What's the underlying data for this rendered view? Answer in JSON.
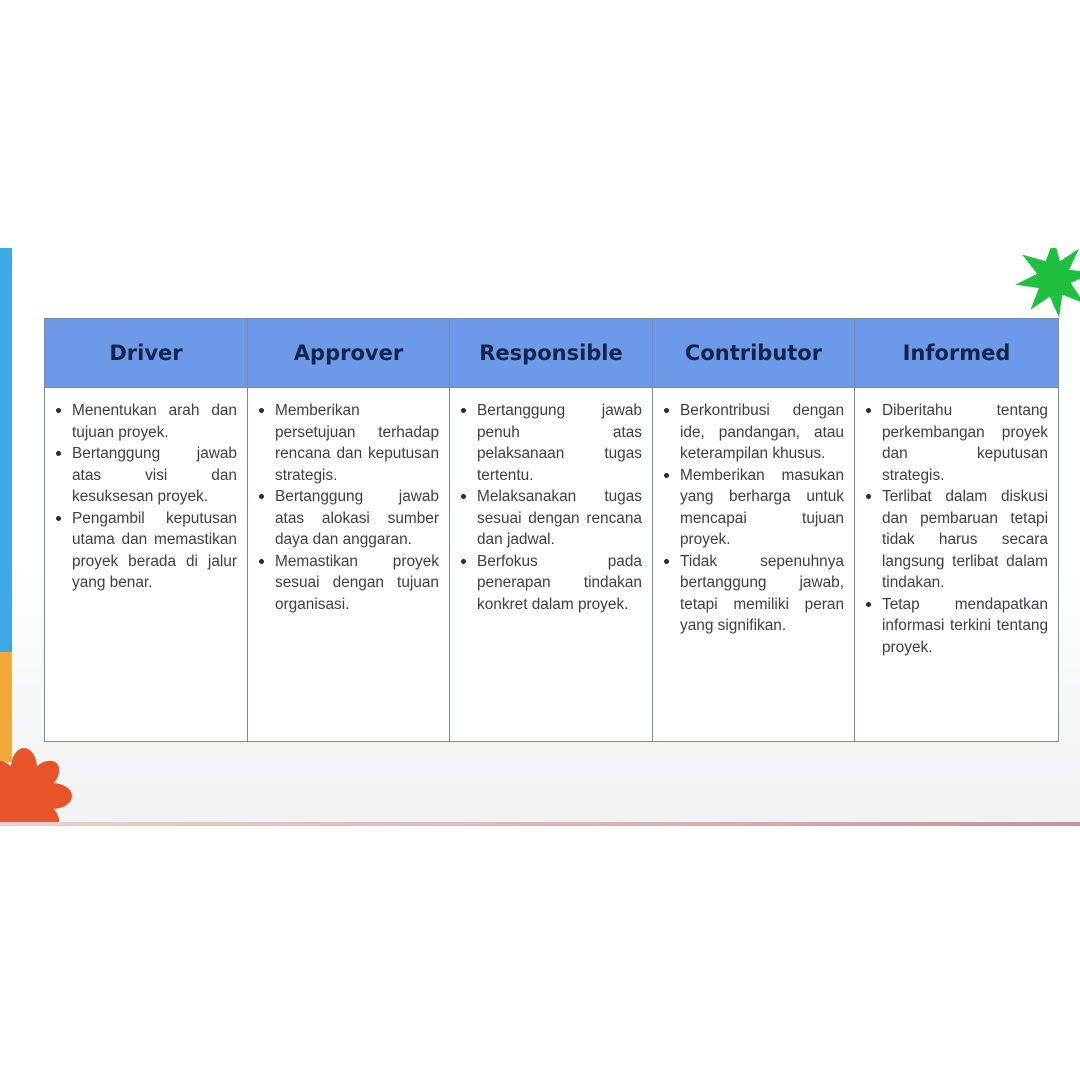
{
  "table": {
    "columns": [
      {
        "header": "Driver",
        "items": [
          "Menentukan arah dan tujuan proyek.",
          "Bertanggung jawab atas visi dan kesuksesan proyek.",
          "Pengambil keputusan utama dan memastikan proyek berada di jalur yang benar."
        ]
      },
      {
        "header": "Approver",
        "items": [
          "Memberikan persetujuan terhadap rencana dan keputusan strategis.",
          "Bertanggung jawab atas alokasi sumber daya dan anggaran.",
          "Memastikan proyek sesuai dengan tujuan organisasi."
        ]
      },
      {
        "header": "Responsible",
        "items": [
          "Bertanggung jawab penuh atas pelaksanaan tugas tertentu.",
          "Melaksanakan tugas sesuai dengan rencana dan jadwal.",
          "Berfokus pada penerapan tindakan konkret dalam proyek."
        ]
      },
      {
        "header": "Contributor",
        "items": [
          "Berkontribusi dengan ide, pandangan, atau keterampilan khusus.",
          "Memberikan masukan yang berharga untuk mencapai tujuan proyek.",
          "Tidak sepenuhnya bertanggung jawab, tetapi memiliki peran yang signifikan."
        ]
      },
      {
        "header": "Informed",
        "items": [
          "Diberitahu tentang perkembangan proyek dan keputusan strategis.",
          "Terlibat dalam diskusi dan pembaruan tetapi tidak harus secara langsung terlibat dalam tindakan.",
          "Tetap mendapatkan informasi terkini tentang proyek."
        ]
      }
    ]
  },
  "colors": {
    "header_bg": "#6d9ae8",
    "header_text": "#16244a",
    "border": "#7d8aa6",
    "body_text": "#3e3e48",
    "accent_blue": "#3fa9e8",
    "accent_orange": "#f2a93b",
    "decor_green": "#1fbf3f",
    "decor_orange": "#e8542a"
  },
  "decorations": [
    "green-burst-icon",
    "orange-flower-icon"
  ]
}
